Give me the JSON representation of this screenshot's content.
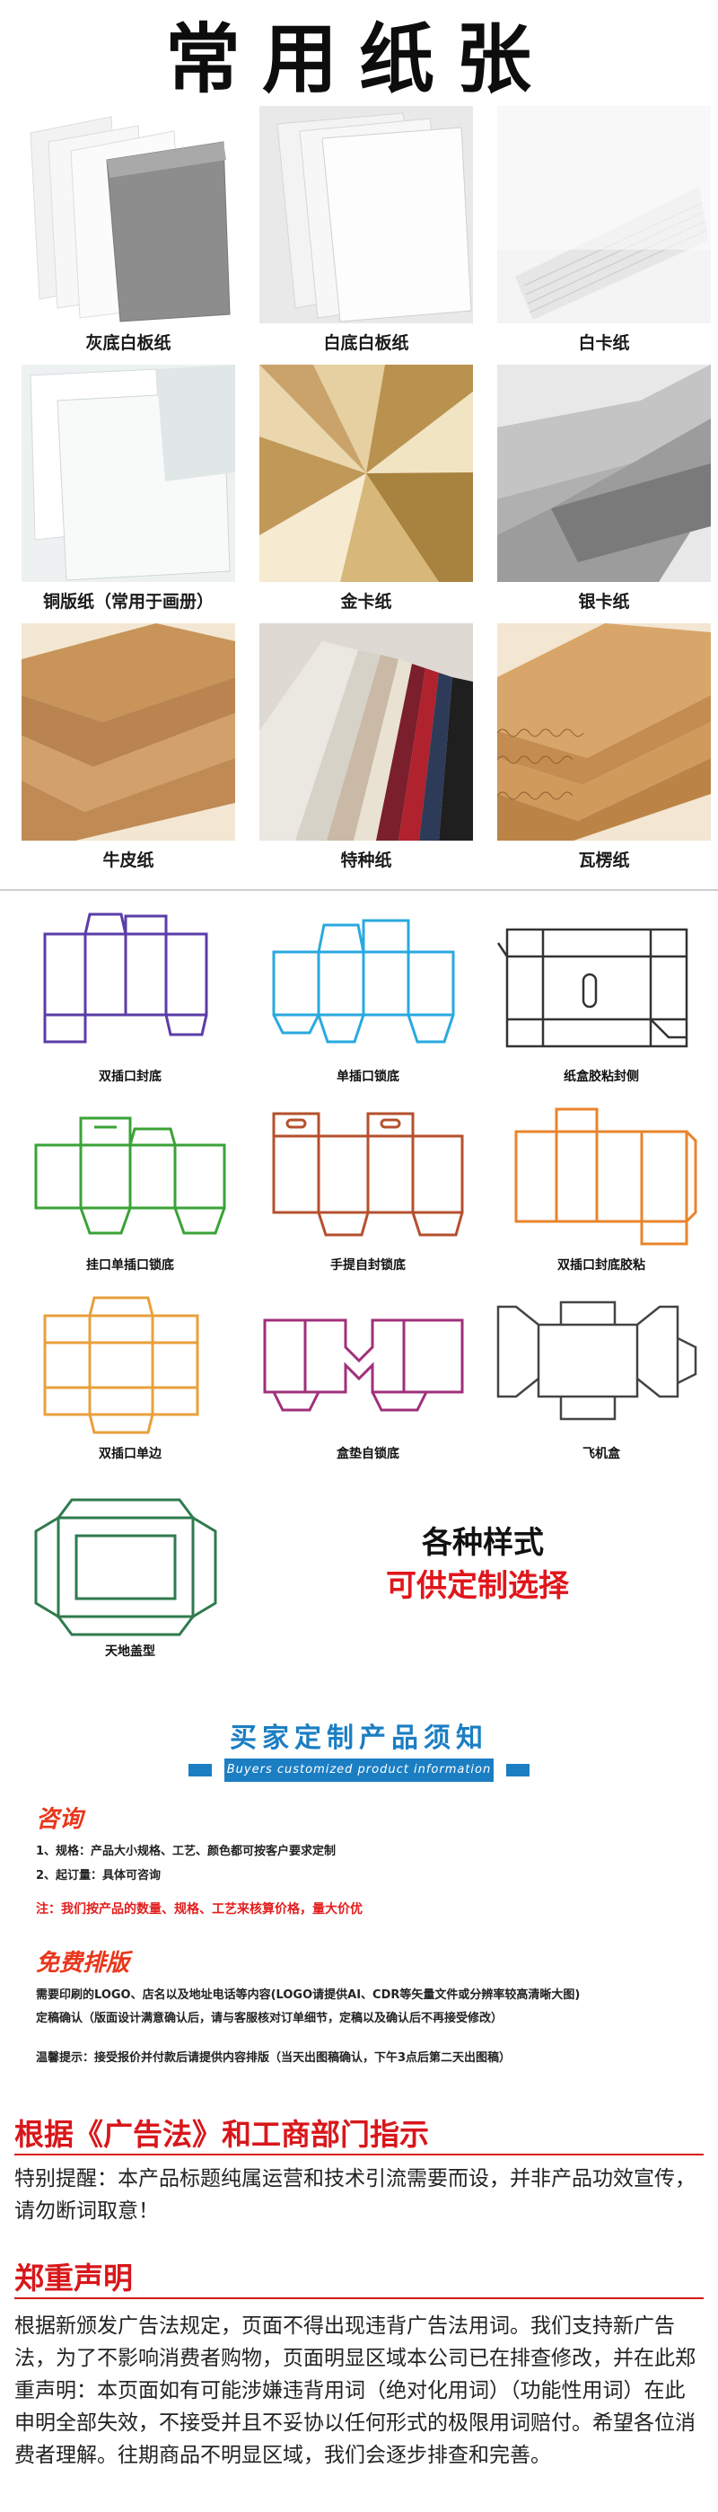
{
  "title": "常用纸张",
  "paper_types": [
    {
      "label": "灰底白板纸"
    },
    {
      "label": "白底白板纸"
    },
    {
      "label": "白卡纸"
    },
    {
      "label": "铜版纸（常用于画册）"
    },
    {
      "label": "金卡纸"
    },
    {
      "label": "银卡纸"
    },
    {
      "label": "牛皮纸"
    },
    {
      "label": "特种纸"
    },
    {
      "label": "瓦楞纸"
    }
  ],
  "box_types": [
    {
      "label": "双插口封底",
      "color": "#5b3da8"
    },
    {
      "label": "单插口锁底",
      "color": "#29a9e0"
    },
    {
      "label": "纸盒胶粘封侧",
      "color": "#333333"
    },
    {
      "label": "挂口单插口锁底",
      "color": "#3aa336"
    },
    {
      "label": "手提自封锁底",
      "color": "#b5502e"
    },
    {
      "label": "双插口封底胶粘",
      "color": "#e8842c"
    },
    {
      "label": "双插口单边",
      "color": "#e8a03c"
    },
    {
      "label": "盒垫自锁底",
      "color": "#a0307a"
    },
    {
      "label": "飞机盒",
      "color": "#444444"
    },
    {
      "label": "天地盖型",
      "color": "#2f7a4e"
    }
  ],
  "styles_banner": {
    "line1": "各种样式",
    "line2": "可供定制选择"
  },
  "notice": {
    "title": "买家定制产品须知",
    "subtitle": "Buyers customized product information",
    "consult_head": "咨询",
    "consult_lines": [
      "1、规格：产品大小规格、工艺、颜色都可按客户要求定制",
      "2、起订量：具体可咨询"
    ],
    "note": "注：我们按产品的数量、规格、工艺来核算价格，量大价优",
    "design_head": "免费排版",
    "design_lines": [
      "需要印刷的LOGO、店名以及地址电话等内容(LOGO请提供AI、CDR等矢量文件或分辨率较高清晰大图)",
      "定稿确认（版面设计满意确认后，请与客服核对订单细节，定稿以及确认后不再接受修改）"
    ],
    "tip": "温馨提示：接受报价并付款后请提供内容排版（当天出图稿确认，下午3点后第二天出图稿）"
  },
  "legal": {
    "heading1": "根据《广告法》和工商部门指示",
    "para1": "特别提醒：本产品标题纯属运营和技术引流需要而设，并非产品功效宣传，请勿断词取意！",
    "heading2": "郑重声明",
    "para2": "根据新颁发广告法规定，页面不得出现违背广告法用词。我们支持新广告法，为了不影响消费者购物，页面明显区域本公司已在排查修改，并在此郑重声明：本页面如有可能涉嫌违背用词（绝对化用词）（功能性用词）在此申明全部失效，不接受并且不妥协以任何形式的极限用词赔付。希望各位消费者理解。往期商品不明显区域，我们会逐步排查和完善。"
  }
}
